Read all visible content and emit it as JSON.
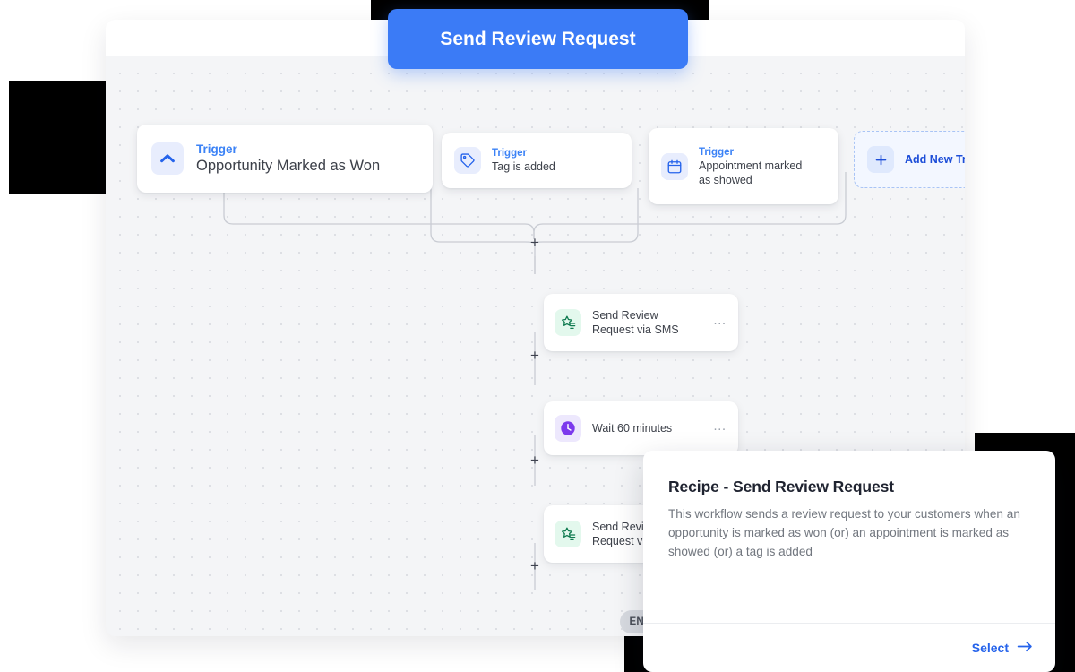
{
  "top_action": {
    "label": "Send Review Request",
    "color": "#3b7bf6"
  },
  "canvas": {
    "triggers": [
      {
        "icon": "chevron-up-icon",
        "label": "Trigger",
        "name": "Opportunity Marked as Won"
      },
      {
        "icon": "tag-icon",
        "label": "Trigger",
        "name": "Tag is added"
      },
      {
        "icon": "calendar-icon",
        "label": "Trigger",
        "name": "Appointment marked as showed"
      }
    ],
    "add_trigger": {
      "icon": "plus-icon",
      "label": "Add New Trigger"
    },
    "nodes": [
      {
        "icon": "review-star-icon",
        "icon_color": "#0f7a4f",
        "icon_bg": "#e3f8ed",
        "text": "Send Review Request via SMS",
        "menu": "…"
      },
      {
        "icon": "clock-icon",
        "icon_color": "#7c3aed",
        "icon_bg": "#ede8fd",
        "text": "Wait 60 minutes",
        "menu": "…"
      },
      {
        "icon": "review-star-icon",
        "icon_color": "#0f7a4f",
        "icon_bg": "#e3f8ed",
        "text": "Send Review Request via email",
        "menu": "…"
      }
    ],
    "add_step_symbol": "+",
    "end_label": "END"
  },
  "recipe": {
    "title": "Recipe - Send Review Request",
    "description": "This workflow sends a review request to your customers when an opportunity is marked as won (or) an appointment is marked as showed (or) a tag is added",
    "select_label": "Select",
    "select_icon": "arrow-right-icon",
    "accent": "#2563eb"
  }
}
